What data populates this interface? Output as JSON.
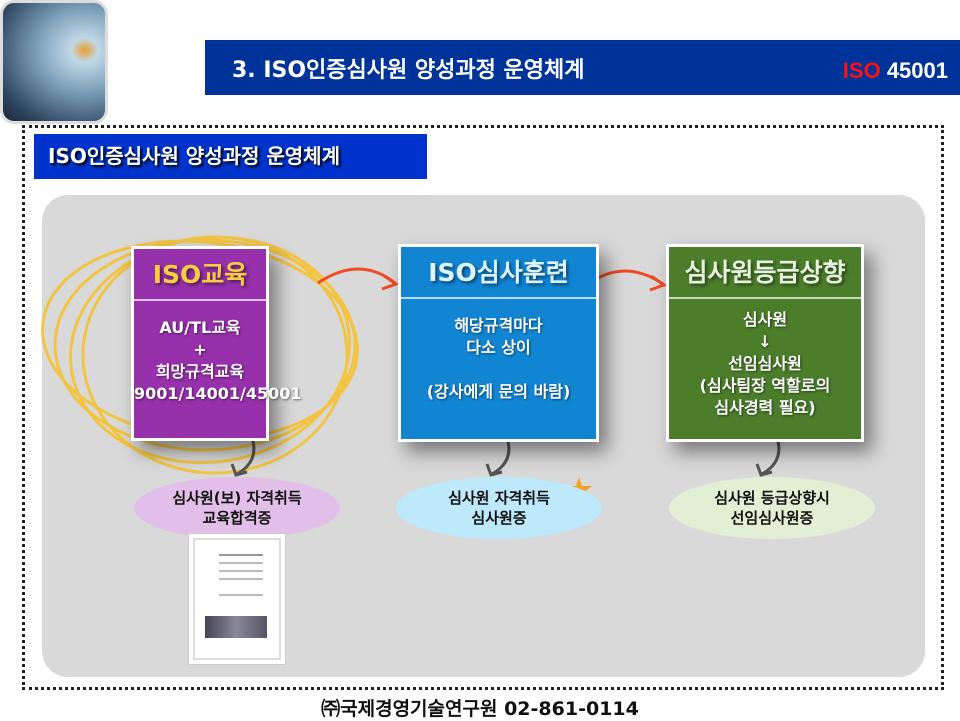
{
  "header": {
    "title": "3. ISO인증심사원 양성과정 운영체계",
    "badge_red": "ISO",
    "badge_white": "45001"
  },
  "subtitle": "ISO인증심사원 양성과정 운영체계",
  "steps": [
    {
      "title": "ISO교육",
      "lines": [
        "AU/TL교육",
        "+",
        "희망규격교육",
        "9001/14001/45001"
      ],
      "result": [
        "심사원(보) 자격취득",
        "교육합격증"
      ],
      "color": "#9730ab"
    },
    {
      "title": "ISO심사훈련",
      "lines": [
        "해당규격마다",
        "다소 상이",
        "",
        "(강사에게 문의 바람)"
      ],
      "result": [
        "심사원 자격취득",
        "심사원증"
      ],
      "color": "#1185d2"
    },
    {
      "title": "심사원등급상향",
      "lines": [
        "심사원",
        "↓",
        "선임심사원",
        "(심사팀장 역할로의",
        "심사경력 필요)"
      ],
      "result": [
        "심사원 등급상향시",
        "선임심사원증"
      ],
      "color": "#4b7d2b"
    }
  ],
  "footer": "㈜국제경영기술연구원 02-861-0114"
}
